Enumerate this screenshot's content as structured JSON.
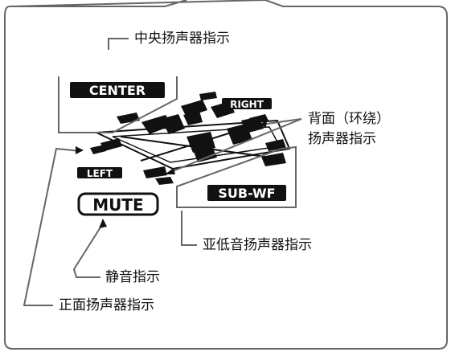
{
  "labels": {
    "center_speaker": "中央扬声器指示",
    "rear_surround_line1": "背面（环绕）",
    "rear_surround_line2": "扬声器指示",
    "subwoofer": "亚低音扬声器指示",
    "mute": "静音指示",
    "front_speaker": "正面扬声器指示"
  },
  "badges": {
    "center": "CENTER",
    "right": "RIGHT",
    "left": "LEFT",
    "sub_wf": "SUB-WF",
    "mute": "MUTE"
  },
  "colors": {
    "ink": "#111111",
    "frame": "#555555",
    "background": "#ffffff"
  }
}
